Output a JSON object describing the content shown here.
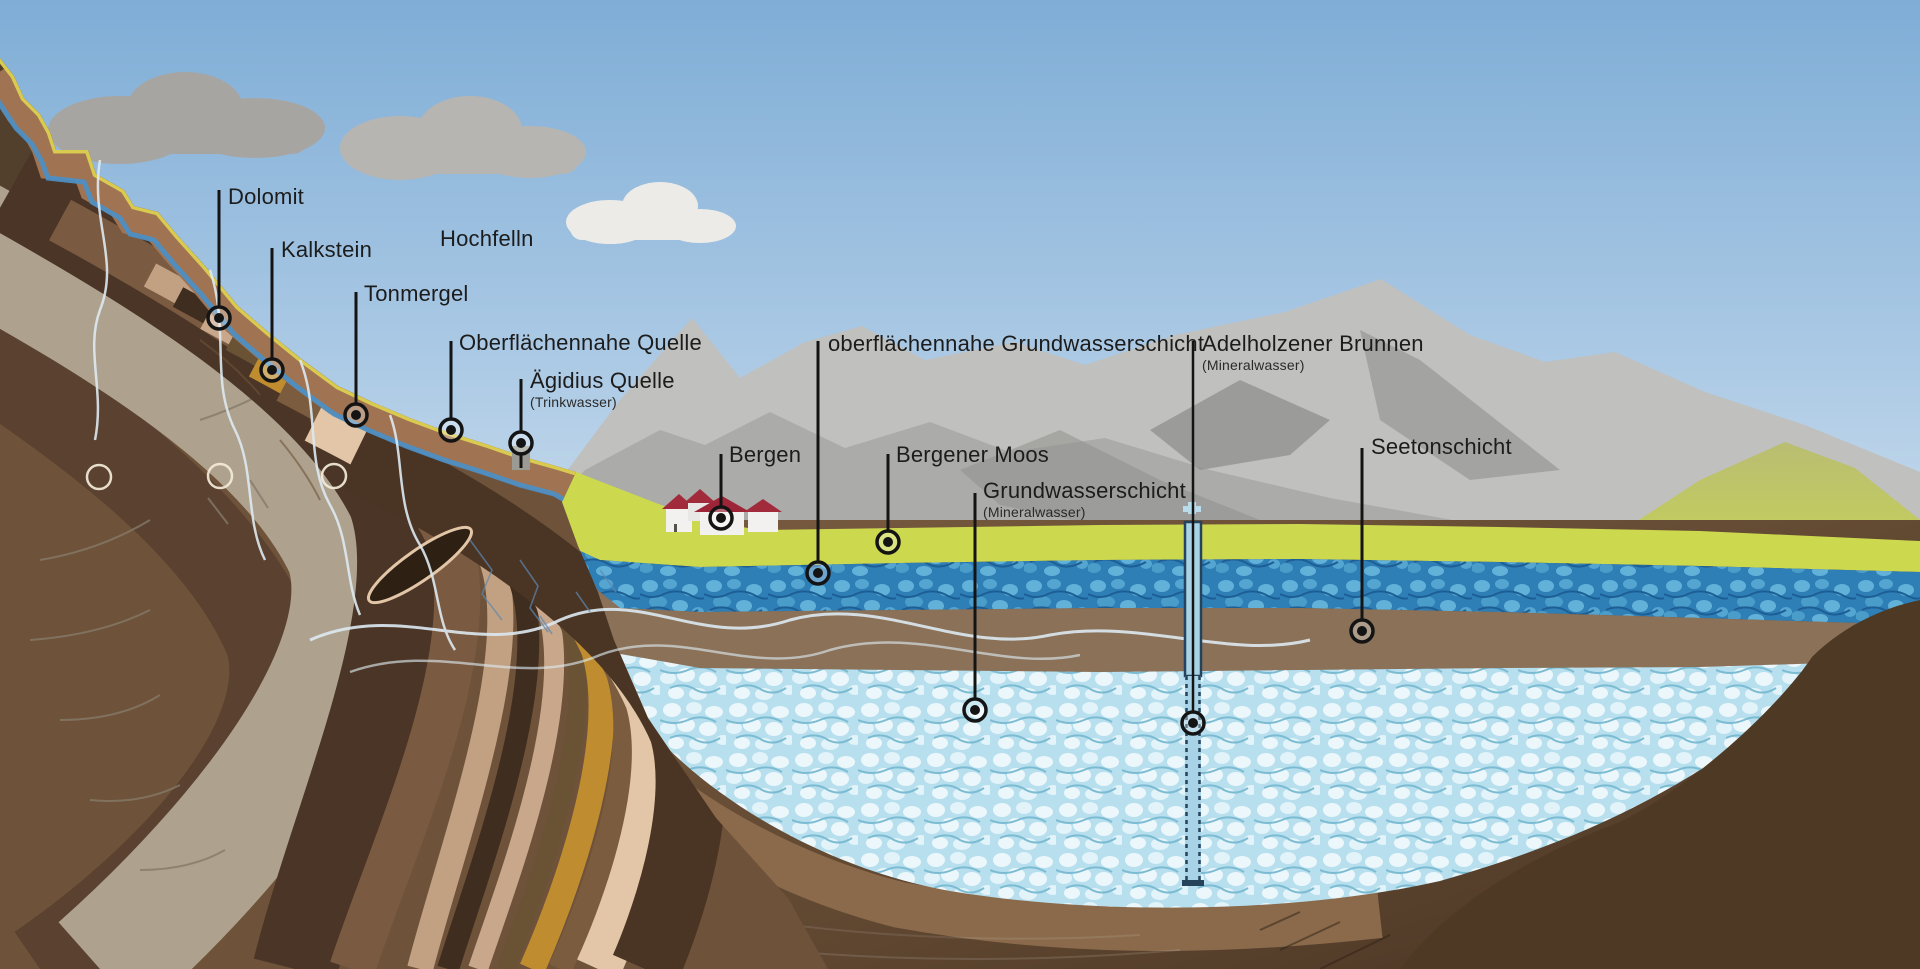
{
  "diagram": {
    "type": "geological cross-section of the Adelholzener mineral water springs",
    "labels": {
      "dolomit": {
        "text": "Dolomit"
      },
      "kalkstein": {
        "text": "Kalkstein"
      },
      "tonmergel": {
        "text": "Tonmergel"
      },
      "hochfelln": {
        "text": "Hochfelln"
      },
      "oberflaechennahe_quelle": {
        "text": "Oberflächennahe Quelle"
      },
      "aegidius_quelle": {
        "text": "Ägidius Quelle",
        "sub": "(Trinkwasser)"
      },
      "oberflaechennahe_grundwasserschicht": {
        "text": "oberflächennahe Grundwasserschicht"
      },
      "bergen": {
        "text": "Bergen"
      },
      "bergener_moos": {
        "text": "Bergener Moos"
      },
      "grundwasserschicht": {
        "text": "Grundwasserschicht",
        "sub": "(Mineralwasser)"
      },
      "adelholzener_brunnen": {
        "text": "Adelholzener Brunnen",
        "sub": "(Mineralwasser)"
      },
      "seetonschicht": {
        "text": "Seetonschicht"
      }
    },
    "colors": {
      "sky_top": "#7fadd6",
      "sky_horizon": "#cfe0ef",
      "grass_layer": "#ccd84e",
      "upper_aquifer_blue": "#2f7fb7",
      "clay_layer_brown": "#8a7158",
      "mineral_aquifer_light_blue": "#b7dfee",
      "mountain_gray": "#b5b5b3",
      "rock_dark_brown": "#4a3526",
      "limestone_gray": "#aea28f",
      "ochre_band": "#bf8c2f",
      "cream_band": "#e2c6a7",
      "stream_blue": "#4d8fc4",
      "roof_red": "#a12a3b",
      "label_text": "#1c1c1c"
    }
  }
}
